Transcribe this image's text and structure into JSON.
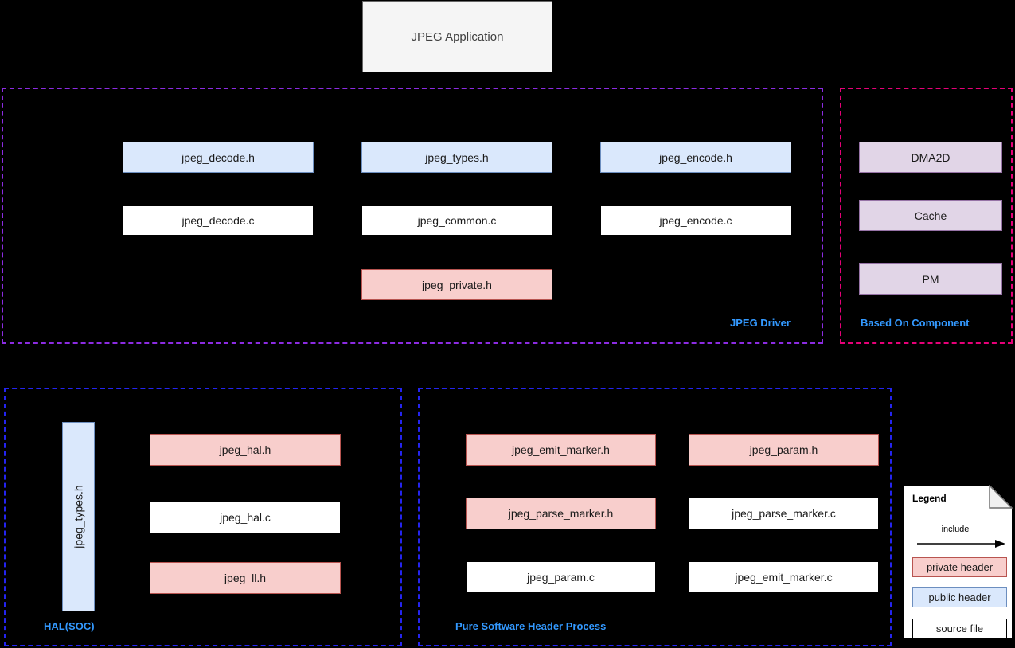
{
  "app": {
    "title": "JPEG Application"
  },
  "jpeg_driver": {
    "label": "JPEG Driver",
    "boxes": [
      {
        "label": "jpeg_decode.h",
        "type": "public header"
      },
      {
        "label": "jpeg_types.h",
        "type": "public header"
      },
      {
        "label": "jpeg_encode.h",
        "type": "public header"
      },
      {
        "label": "jpeg_decode.c",
        "type": "source file"
      },
      {
        "label": "jpeg_common.c",
        "type": "source file"
      },
      {
        "label": "jpeg_encode.c",
        "type": "source file"
      },
      {
        "label": "jpeg_private.h",
        "type": "private header"
      }
    ]
  },
  "based_on_component": {
    "label": "Based On Component",
    "boxes": [
      {
        "label": "DMA2D"
      },
      {
        "label": "Cache"
      },
      {
        "label": "PM"
      }
    ]
  },
  "hal_soc": {
    "label": "HAL(SOC)",
    "vertical_box": {
      "label": "jpeg_types.h",
      "type": "public header"
    },
    "boxes": [
      {
        "label": "jpeg_hal.h",
        "type": "private header"
      },
      {
        "label": "jpeg_hal.c",
        "type": "source file"
      },
      {
        "label": "jpeg_ll.h",
        "type": "private header"
      }
    ]
  },
  "pure_software": {
    "label": "Pure Software Header Process",
    "boxes": [
      {
        "label": "jpeg_emit_marker.h",
        "type": "private header"
      },
      {
        "label": "jpeg_param.h",
        "type": "private header"
      },
      {
        "label": "jpeg_parse_marker.h",
        "type": "private header"
      },
      {
        "label": "jpeg_parse_marker.c",
        "type": "source file"
      },
      {
        "label": "jpeg_param.c",
        "type": "source file"
      },
      {
        "label": "jpeg_emit_marker.c",
        "type": "source file"
      }
    ]
  },
  "legend": {
    "title": "Legend",
    "include_label": "include",
    "items": [
      {
        "label": "private header"
      },
      {
        "label": "public header"
      },
      {
        "label": "source file"
      }
    ]
  },
  "colors": {
    "background": "#000000",
    "public_header_fill": "#dae8fc",
    "public_header_border": "#6c8ebf",
    "private_header_fill": "#f8cecc",
    "private_header_border": "#b85450",
    "component_fill": "#e1d5e7",
    "component_border": "#9673a6",
    "source_file_fill": "#ffffff",
    "app_box_fill": "#f5f5f5",
    "group_label_blue": "#3399ff",
    "driver_container_border": "#8c2be2",
    "component_container_border": "#e60078",
    "bottom_container_border": "#2424f0"
  }
}
